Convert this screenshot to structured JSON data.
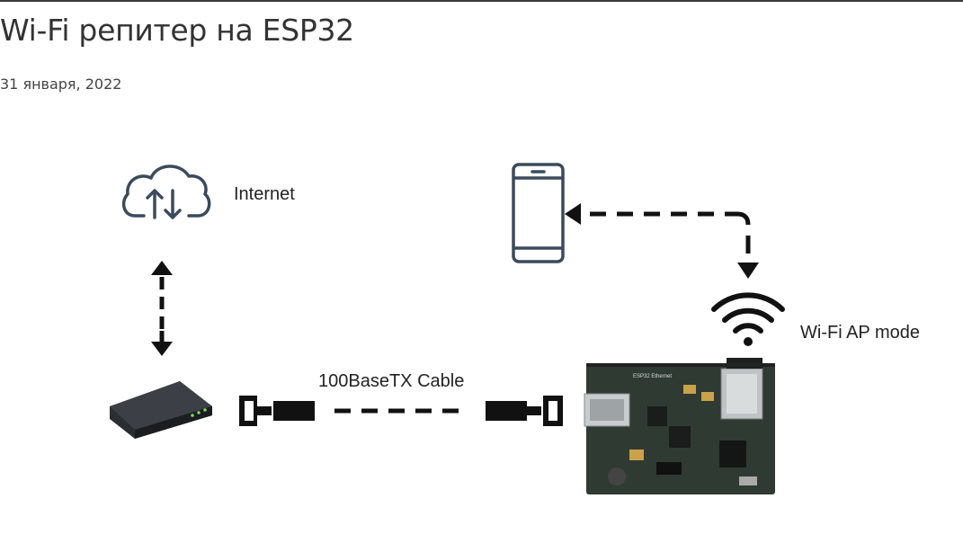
{
  "article": {
    "title": "Wi-Fi репитер на ESP32",
    "date": "31 января, 2022"
  },
  "diagram": {
    "labels": {
      "internet": "Internet",
      "cable": "100BaseTX Cable",
      "wifi_ap": "Wi-Fi AP mode"
    },
    "icons": [
      "cloud-upload-download-icon",
      "smartphone-icon",
      "wifi-icon",
      "router-device",
      "rj45-connector-left-icon",
      "rj45-connector-right-icon",
      "esp32-board"
    ],
    "colors": {
      "stroke": "#111111",
      "icon_outline": "#3b4a5c",
      "board_green": "#2f3a33"
    }
  }
}
